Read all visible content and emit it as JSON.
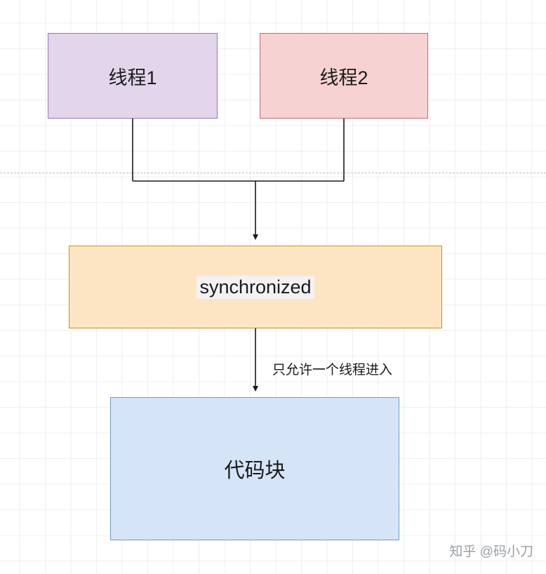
{
  "diagram": {
    "type": "flowchart",
    "nodes": [
      {
        "id": "thread1",
        "label": "线程1",
        "fill": "#e2d5ec",
        "stroke": "#9a74b8"
      },
      {
        "id": "thread2",
        "label": "线程2",
        "fill": "#f6d2d2",
        "stroke": "#c96a6a"
      },
      {
        "id": "sync",
        "label": "synchronized",
        "fill": "#fde5c4",
        "stroke": "#c8920f"
      },
      {
        "id": "code",
        "label": "代码块",
        "fill": "#d6e4f7",
        "stroke": "#6f9ad3"
      }
    ],
    "edges": [
      {
        "from": "thread1",
        "to": "sync",
        "label": ""
      },
      {
        "from": "thread2",
        "to": "sync",
        "label": ""
      },
      {
        "from": "sync",
        "to": "code",
        "label": "只允许一个线程进入"
      }
    ],
    "edge_labels": {
      "sync_to_code": "只允许一个线程进入"
    }
  },
  "watermark": "知乎 @码小刀"
}
